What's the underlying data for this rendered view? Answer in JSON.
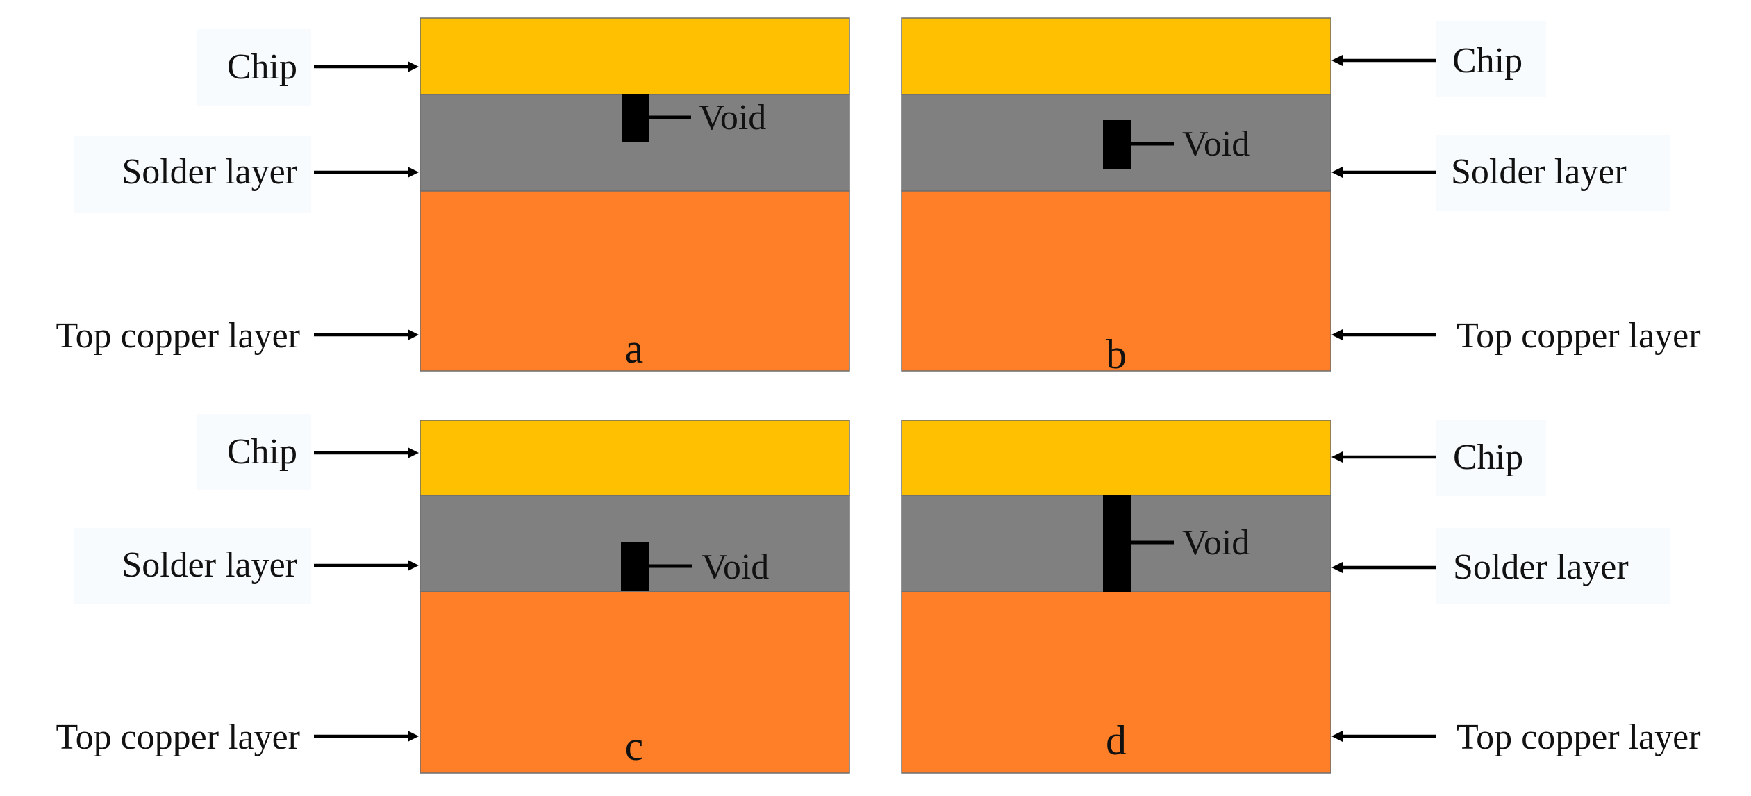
{
  "colors": {
    "chip": "#fec000",
    "solder": "#808080",
    "copper": "#fe7f27",
    "void": "#000000",
    "text": "#111111"
  },
  "labels": {
    "chip": "Chip",
    "solder": "Solder layer",
    "copper": "Top copper layer",
    "void": "Void"
  },
  "panels": [
    {
      "id": "a",
      "caption": "a",
      "label_side": "left"
    },
    {
      "id": "b",
      "caption": "b",
      "label_side": "right"
    },
    {
      "id": "c",
      "caption": "c",
      "label_side": "left"
    },
    {
      "id": "d",
      "caption": "d",
      "label_side": "right"
    }
  ]
}
